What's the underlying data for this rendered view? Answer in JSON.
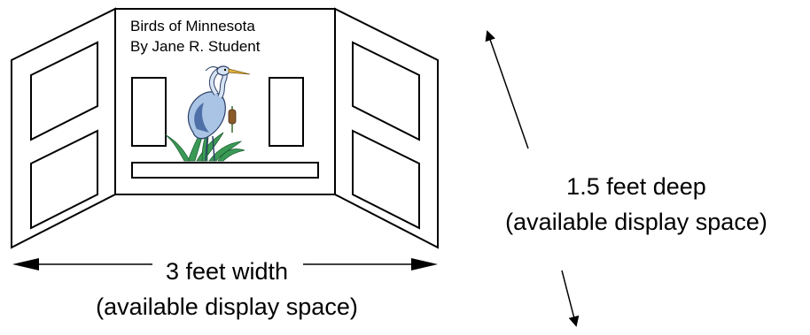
{
  "board": {
    "title_line1": "Birds of Minnesota",
    "title_line2": "By Jane R. Student"
  },
  "width_annotation": {
    "line1": "3 feet width",
    "line2": "(available display space)"
  },
  "depth_annotation": {
    "line1": "1.5 feet deep",
    "line2": "(available display space)"
  },
  "colors": {
    "outline": "#000000",
    "background": "#ffffff",
    "heron_body": "#a9c4e4",
    "heron_shadow": "#4f6fa8",
    "beak": "#e3b23c",
    "reeds": "#3a9a55",
    "cattail": "#8a5a2b"
  },
  "icons": [
    "heron-clipart-icon",
    "double-arrow-icon",
    "arrow-up-icon",
    "arrow-down-icon"
  ]
}
